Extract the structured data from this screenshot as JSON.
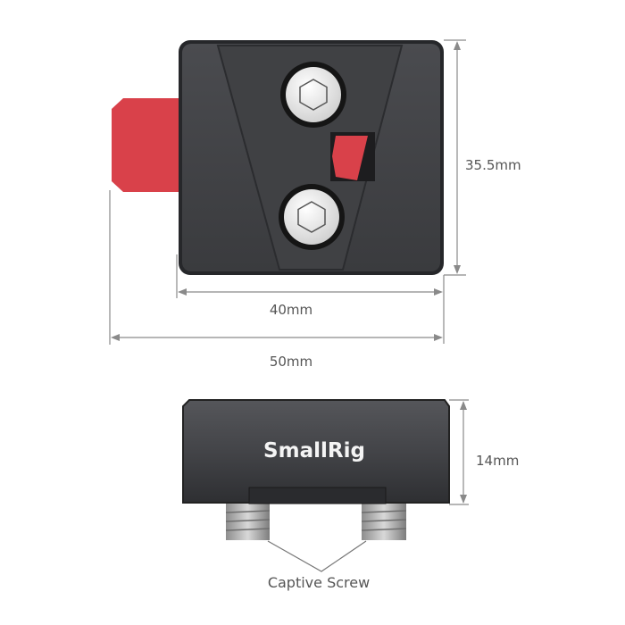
{
  "dimensions": {
    "height_top": "35.5mm",
    "width_body": "40mm",
    "width_total": "50mm",
    "thickness": "14mm"
  },
  "callout": {
    "captive_screw": "Captive Screw"
  },
  "logo": {
    "text": "SmallRig"
  },
  "colors": {
    "body": "#3e3f42",
    "accent_red": "#d9414a",
    "dimension_line": "#8a8a8a",
    "screw": "#e8e8e8"
  }
}
